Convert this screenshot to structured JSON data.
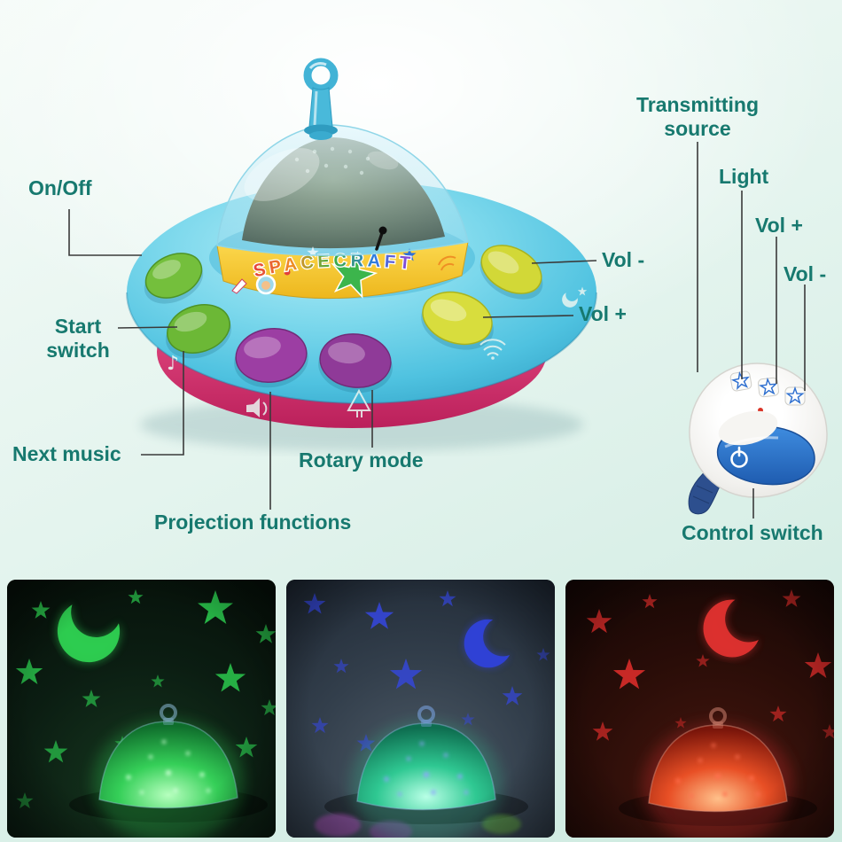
{
  "page": {
    "label_color": "#17796f",
    "line_color": "#3a3a3a",
    "background_tint": "#cdeae0"
  },
  "annotations": [
    {
      "id": "on-off",
      "text": "On/Off",
      "points_to": "upper left green button"
    },
    {
      "id": "start-switch",
      "text": "Start\nswitch",
      "points_to": "lower left green button"
    },
    {
      "id": "next-music",
      "text": "Next music",
      "points_to": "lower green button underside"
    },
    {
      "id": "rotary-mode",
      "text": "Rotary mode",
      "points_to": "right purple button"
    },
    {
      "id": "projection-functions",
      "text": "Projection functions",
      "points_to": "left purple button"
    },
    {
      "id": "vol-minus-main",
      "text": "Vol -",
      "points_to": "upper yellow button"
    },
    {
      "id": "vol-plus-main",
      "text": "Vol +",
      "points_to": "lower yellow button"
    },
    {
      "id": "transmitting-source",
      "text": "Transmitting\nsource",
      "points_to": "remote top"
    },
    {
      "id": "light",
      "text": "Light",
      "points_to": "remote star button 1"
    },
    {
      "id": "vol-plus-remote",
      "text": "Vol +",
      "points_to": "remote star button 2"
    },
    {
      "id": "vol-minus-remote",
      "text": "Vol -",
      "points_to": "remote star button 3"
    },
    {
      "id": "control-switch",
      "text": "Control switch",
      "points_to": "remote crescent button"
    }
  ],
  "toy": {
    "band_text": "SPACECRAFT",
    "colors": {
      "saucer": "#5ec9e4",
      "bottom_rim": "#d63d7b",
      "band": "#f6c62e",
      "button_green": "#72bd3b",
      "button_purple": "#9a3da1",
      "button_yellow": "#d7dc39"
    }
  },
  "remote": {
    "body_color": "#f6f5f2",
    "crescent_button_color": "#2e6fd0",
    "star_button_count": "3"
  },
  "projection_photos": [
    {
      "id": "green-projection",
      "color": "#2fd052",
      "content": "green moon, stars and glowing dome"
    },
    {
      "id": "blue-projection",
      "color": "#3547e0",
      "content": "blue moon, stars and glowing dome"
    },
    {
      "id": "red-projection",
      "color": "#e03230",
      "content": "red moon, stars and glowing dome"
    }
  ]
}
